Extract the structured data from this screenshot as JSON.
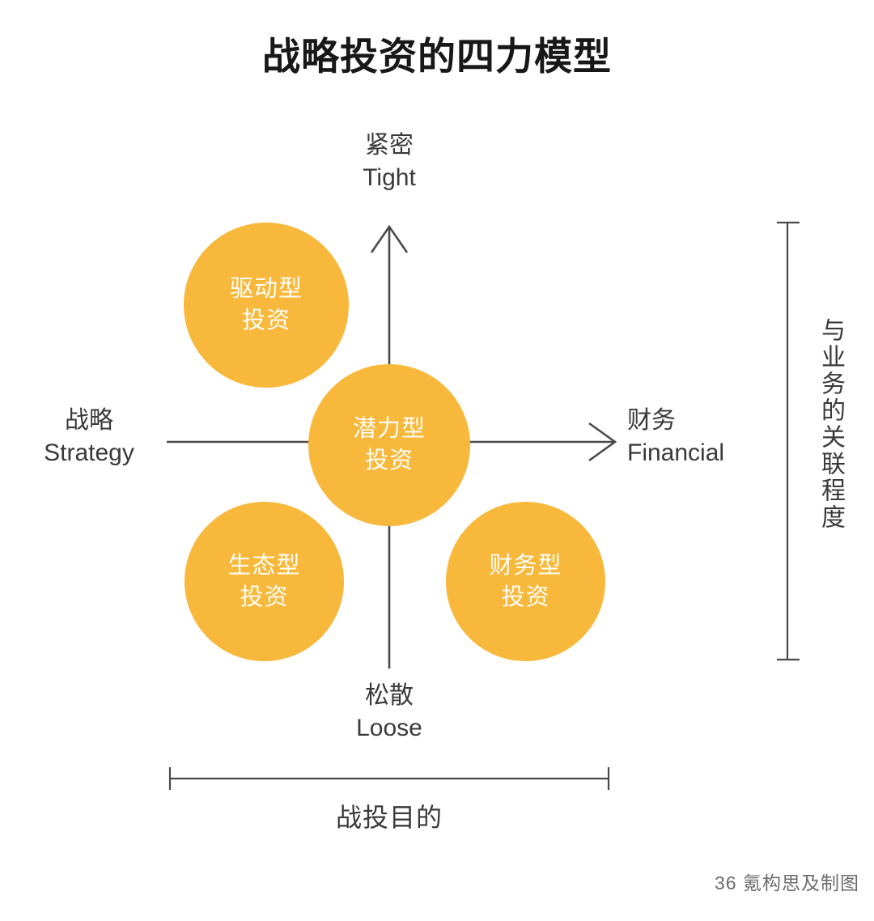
{
  "title": "战略投资的四力模型",
  "axes": {
    "top": {
      "cn": "紧密",
      "en": "Tight"
    },
    "bottom": {
      "cn": "松散",
      "en": "Loose"
    },
    "left": {
      "cn": "战略",
      "en": "Strategy"
    },
    "right": {
      "cn": "财务",
      "en": "Financial"
    }
  },
  "brackets": {
    "vertical_label": "与业务的关联程度",
    "horizontal_label": "战投目的"
  },
  "bubbles": [
    {
      "id": "driver",
      "line1": "驱动型",
      "line2": "投资"
    },
    {
      "id": "potential",
      "line1": "潜力型",
      "line2": "投资"
    },
    {
      "id": "eco",
      "line1": "生态型",
      "line2": "投资"
    },
    {
      "id": "finance",
      "line1": "财务型",
      "line2": "投资"
    }
  ],
  "credit": "36 氪构思及制图",
  "colors": {
    "bubble_fill": "#F8B83C",
    "bubble_text": "#FFFDF6",
    "axis_line": "#4A4A4A",
    "title_text": "#181818",
    "label_text": "#3A3A3A",
    "credit_text": "#6C6C6C",
    "background": "#FFFFFF"
  },
  "chart_data": {
    "type": "scatter",
    "title": "战略投资的四力模型",
    "xlabel": "战投目的",
    "ylabel": "与业务的关联程度",
    "x_axis": {
      "left": "战略 Strategy",
      "right": "财务 Financial"
    },
    "y_axis": {
      "top": "紧密 Tight",
      "bottom": "松散 Loose"
    },
    "grid": false,
    "legend": "none",
    "points": [
      {
        "label": "驱动型投资",
        "quadrant": "top-left",
        "x": -0.55,
        "y": 0.62,
        "size": 204
      },
      {
        "label": "潜力型投资",
        "quadrant": "center",
        "x": 0.0,
        "y": 0.0,
        "size": 200
      },
      {
        "label": "生态型投资",
        "quadrant": "bottom-left",
        "x": -0.55,
        "y": -0.55,
        "size": 197
      },
      {
        "label": "财务型投资",
        "quadrant": "bottom-right",
        "x": 0.62,
        "y": -0.55,
        "size": 197
      }
    ]
  }
}
